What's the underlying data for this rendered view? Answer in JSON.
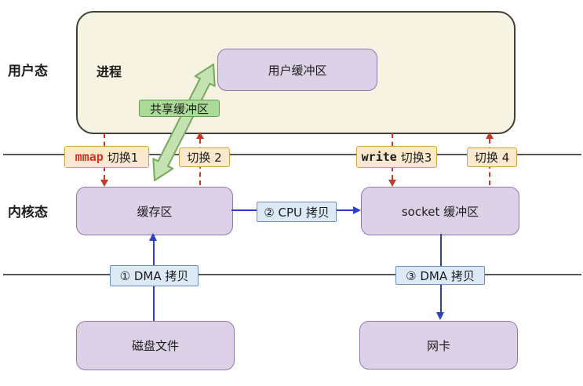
{
  "layers": {
    "user_mode": "用户态",
    "kernel_mode": "内核态"
  },
  "process": {
    "title": "进程",
    "user_buffer": "用户缓冲区",
    "shared_buffer": "共享缓冲区"
  },
  "kernel": {
    "cache": "缓存区",
    "socket_buffer": "socket 缓冲区"
  },
  "devices": {
    "disk": "磁盘文件",
    "nic": "网卡"
  },
  "switches": {
    "s1": {
      "syscall": "mmap",
      "text": "切换1"
    },
    "s2": {
      "text": "切换 2"
    },
    "s3": {
      "syscall": "write",
      "text": "切换3"
    },
    "s4": {
      "text": "切换 4"
    }
  },
  "copies": {
    "dma1": "① DMA 拷贝",
    "cpu2": "② CPU 拷贝",
    "dma3": "③ DMA 拷贝"
  },
  "colors": {
    "cream_fill": "#f6f3e2",
    "dark_border": "#3f4038",
    "purple_fill": "#ddd1e7",
    "purple_border": "#8d79ad",
    "orange_fill": "#fbe9cd",
    "orange_border": "#d5a33f",
    "blue_fill": "#dce9f7",
    "blue_border": "#6c8ebf",
    "blue_line": "#2b3fc4",
    "red_arrow": "#c43a26",
    "syscall_red": "#d93025",
    "green_fill": "#abdb98",
    "green_border": "#5f9e4a",
    "green_arrow_fill": "#c5e2b1",
    "green_arrow_border": "#76a85e",
    "line_gray": "#55585a"
  }
}
